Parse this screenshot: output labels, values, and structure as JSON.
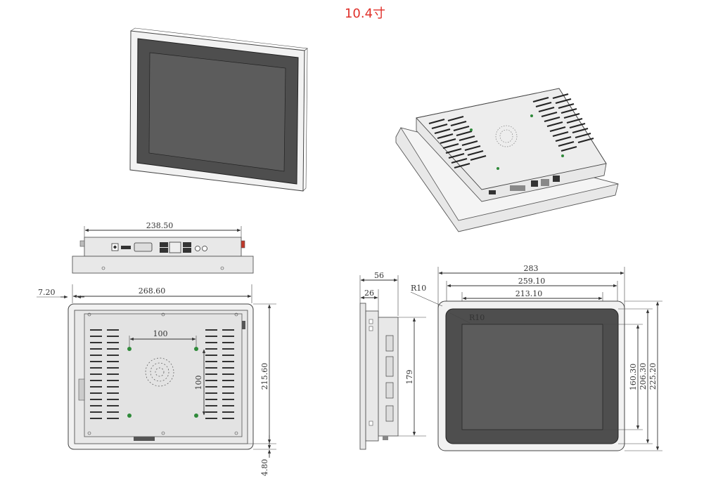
{
  "title": "10.4寸",
  "views": {
    "top_view": {
      "width_label": "238.50"
    },
    "back_view": {
      "offset_left": "7.20",
      "width_label": "268.60",
      "height_label": "215.60",
      "hole_spacing_h": "100",
      "hole_spacing_v": "100",
      "offset_bottom": "4.80"
    },
    "side_view": {
      "depth_label": "56",
      "flange_label": "26",
      "height_label": "179"
    },
    "front_view": {
      "width_outer": "283",
      "width_display": "259.10",
      "width_active": "213.10",
      "corner_outer": "R10",
      "corner_inner": "R10",
      "height_active": "160.30",
      "height_display": "206.30",
      "height_outer": "225.20"
    }
  }
}
